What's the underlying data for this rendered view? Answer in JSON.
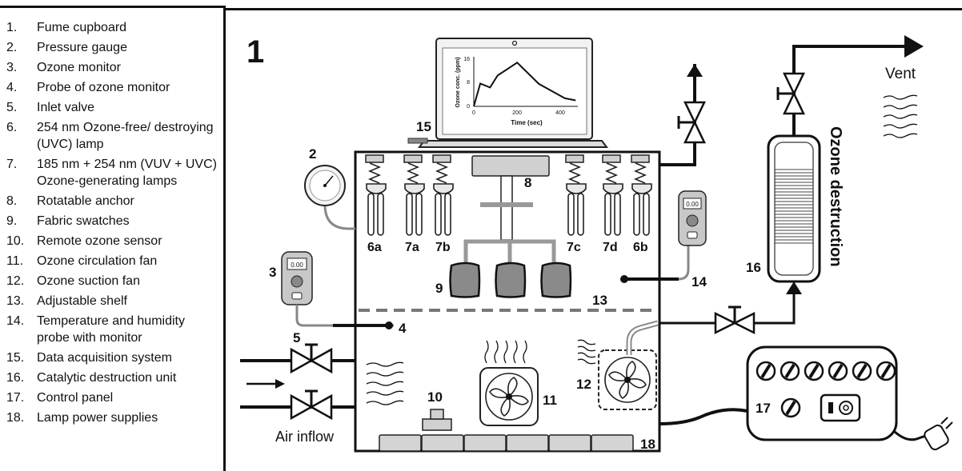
{
  "legend": [
    {
      "num": "1.",
      "text": "Fume cupboard"
    },
    {
      "num": "2.",
      "text": "Pressure gauge"
    },
    {
      "num": "3.",
      "text": "Ozone monitor"
    },
    {
      "num": "4.",
      "text": "Probe of ozone monitor"
    },
    {
      "num": "5.",
      "text": "Inlet valve"
    },
    {
      "num": "6.",
      "text": "254 nm Ozone-free/ destroying (UVC) lamp"
    },
    {
      "num": "7.",
      "text": "185 nm + 254 nm (VUV + UVC) Ozone-generating lamps"
    },
    {
      "num": "8.",
      "text": "Rotatable anchor"
    },
    {
      "num": "9.",
      "text": "Fabric swatches"
    },
    {
      "num": "10.",
      "text": "Remote ozone sensor"
    },
    {
      "num": "11.",
      "text": "Ozone circulation fan"
    },
    {
      "num": "12.",
      "text": "Ozone suction fan"
    },
    {
      "num": "13.",
      "text": "Adjustable shelf"
    },
    {
      "num": "14.",
      "text": "Temperature and humidity probe with monitor"
    },
    {
      "num": "15.",
      "text": "Data acquisition system"
    },
    {
      "num": "16.",
      "text": "Catalytic destruction unit"
    },
    {
      "num": "17.",
      "text": "Control panel"
    },
    {
      "num": "18.",
      "text": "Lamp power supplies"
    }
  ],
  "diagram": {
    "figure_number": "1",
    "labels": {
      "l2": "2",
      "l3": "3",
      "l4": "4",
      "l5": "5",
      "l6a": "6a",
      "l7a": "7a",
      "l7b": "7b",
      "l7c": "7c",
      "l7d": "7d",
      "l6b": "6b",
      "l8": "8",
      "l9": "9",
      "l10": "10",
      "l11": "11",
      "l12": "12",
      "l13": "13",
      "l14": "14",
      "l15": "15",
      "l16": "16",
      "l17": "17",
      "l18": "18"
    },
    "air_inflow": "Air inflow",
    "vent": "Vent",
    "ozone_destruction": "Ozone destruction",
    "monitor_display": "0.00",
    "laptop_chart": {
      "ylabel": "Ozone conc. (ppm)",
      "xlabel": "Time (sec)",
      "yticks": [
        "16",
        "8",
        "0"
      ],
      "xticks": [
        "0",
        "200",
        "400"
      ]
    }
  },
  "chart_data": {
    "type": "line",
    "xlabel": "Time (sec)",
    "ylabel": "Ozone conc. (ppm)",
    "xlim": [
      0,
      480
    ],
    "ylim": [
      0,
      16
    ],
    "series": [
      {
        "x": [
          0,
          30,
          75,
          110,
          200,
          300,
          420,
          470
        ],
        "y": [
          0,
          7.6,
          6.3,
          10.3,
          14.6,
          7.5,
          2.7,
          2.0
        ]
      }
    ]
  }
}
